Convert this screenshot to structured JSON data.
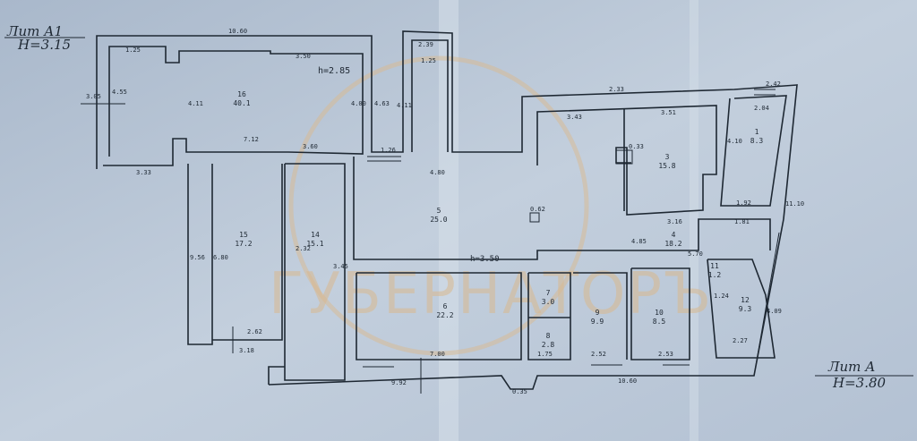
{
  "title_left": {
    "lit": "Лит А1",
    "height": "H=3.15"
  },
  "title_right": {
    "lit": "Лит А",
    "height": "H=3.80"
  },
  "ceiling_notes": [
    "h=2.85",
    "h=3.50"
  ],
  "watermark": "ГУБЕРНАТОРЪ",
  "rooms": [
    {
      "number": "16",
      "area": "40.1"
    },
    {
      "number": "15",
      "area": "17.2"
    },
    {
      "number": "14",
      "area": "15.1"
    },
    {
      "number": "5",
      "area": "25.0"
    },
    {
      "number": "6",
      "area": "22.2"
    },
    {
      "number": "7",
      "area": "3.0"
    },
    {
      "number": "8",
      "area": "2.8"
    },
    {
      "number": "9",
      "area": "9.9"
    },
    {
      "number": "10",
      "area": "8.5"
    },
    {
      "number": "11",
      "area": "1.2"
    },
    {
      "number": "12",
      "area": "9.3"
    },
    {
      "number": "3",
      "area": "15.8"
    },
    {
      "number": "4",
      "area": "18.2"
    },
    {
      "number": "1",
      "area": "8.3"
    }
  ],
  "dimensions": [
    "10.60",
    "1.25",
    "3.50",
    "3.05",
    "4.55",
    "4.11",
    "4.00",
    "4.63",
    "7.12",
    "3.60",
    "3.33",
    "1.26",
    "2.39",
    "1.25",
    "4.11",
    "4.80",
    "2.33",
    "3.43",
    "3.51",
    "2.42",
    "2.04",
    "4.10",
    "1.92",
    "11.10",
    "1.81",
    "3.16",
    "4.85",
    "5.70",
    "9.56",
    "6.80",
    "2.62",
    "3.18",
    "3.45",
    "2.32",
    "7.00",
    "9.92",
    "0.35",
    "10.60",
    "2.53",
    "2.52",
    "1.75",
    "2.27",
    "1.24",
    "4.09",
    "0.62",
    "0.33"
  ]
}
